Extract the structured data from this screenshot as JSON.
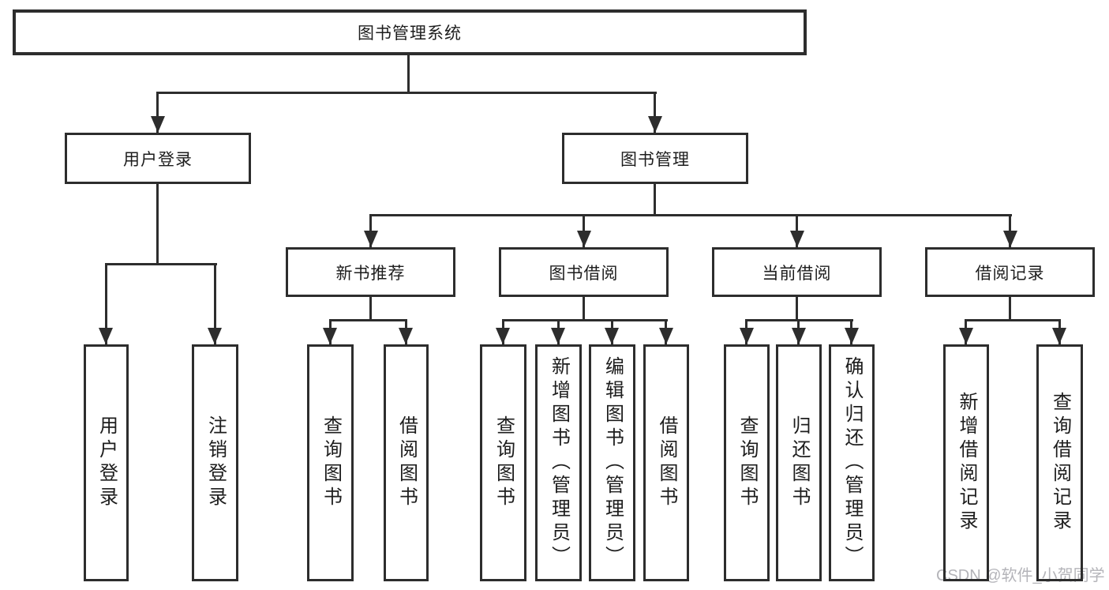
{
  "colors": {
    "line": "#2d2d2d",
    "text": "#1d1d1d",
    "watermark": "#b4b4b9"
  },
  "watermark": {
    "text": "CSDN @软件_小贺同学"
  },
  "root": {
    "label": "图书管理系统",
    "children": [
      {
        "label": "用户登录",
        "children": [
          {
            "label": "用户登录"
          },
          {
            "label": "注销登录"
          }
        ]
      },
      {
        "label": "图书管理",
        "children": [
          {
            "label": "新书推荐",
            "children": [
              {
                "label": "查询图书"
              },
              {
                "label": "借阅图书"
              }
            ]
          },
          {
            "label": "图书借阅",
            "children": [
              {
                "label": "查询图书"
              },
              {
                "label": "新增图书（管理员）"
              },
              {
                "label": "编辑图书（管理员）"
              },
              {
                "label": "借阅图书"
              }
            ]
          },
          {
            "label": "当前借阅",
            "children": [
              {
                "label": "查询图书"
              },
              {
                "label": "归还图书"
              },
              {
                "label": "确认归还（管理员）"
              }
            ]
          },
          {
            "label": "借阅记录",
            "children": [
              {
                "label": "新增借阅记录"
              },
              {
                "label": "查询借阅记录"
              }
            ]
          }
        ]
      }
    ]
  }
}
